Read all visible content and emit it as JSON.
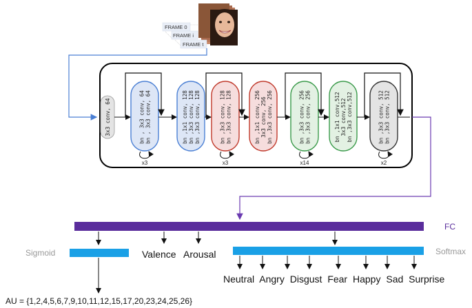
{
  "frames": [
    "FRAME 0",
    "FRAME i",
    "FRAME t"
  ],
  "network": {
    "stem": "3x3 conv, 64",
    "blocks": [
      {
        "lines": [
          "bn , 3x3 conv, 64",
          "bn , 3x3 conv, 64"
        ],
        "repeat": "x3",
        "color": "#4a7fd4"
      },
      {
        "lines": [
          "bn ,1x1 conv, 128",
          "bn ,3x3 conv, 128",
          "bn ,3x3 conv, 128"
        ],
        "repeat": "",
        "color": "#4a7fd4"
      },
      {
        "lines": [
          "bn ,3x3 conv, 128",
          "bn ,3x3 conv, 128"
        ],
        "repeat": "x3",
        "color": "#c0392b"
      },
      {
        "lines": [
          "bn ,1x1 conv, 256",
          "3x3 conv, 256",
          "bn ,3x3 conv, 256"
        ],
        "repeat": "",
        "color": "#c0392b"
      },
      {
        "lines": [
          "bn ,3x3 conv, 256",
          "bn ,3x3 conv, 256"
        ],
        "repeat": "x14",
        "color": "#3a9a4a"
      },
      {
        "lines": [
          "bn ,1x1 conv,512",
          "3x3 conv,512",
          "bn ,3x3 conv,512"
        ],
        "repeat": "",
        "color": "#3a9a4a"
      },
      {
        "lines": [
          "bn ,3x3 conv, 512",
          "bn ,3x3 conv, 512"
        ],
        "repeat": "x2",
        "color": "#333333"
      }
    ]
  },
  "fc_label": "FC",
  "sigmoid_label": "Sigmoid",
  "softmax_label": "Softmax",
  "valence_label": "Valence",
  "arousal_label": "Arousal",
  "emotions": [
    "Neutral",
    "Angry",
    "Disgust",
    "Fear",
    "Happy",
    "Sad",
    "Surprise"
  ],
  "au_label": "AU = {1,2,4,5,6,7,9,10,11,12,15,17,20,23,24,25,26}",
  "colors": {
    "fc_bar": "#5a2d9c",
    "head_bar": "#1aa0e6",
    "link_blue": "#4a7fd4",
    "link_purple": "#6a3ab0",
    "fill_blue": "#dde6f6",
    "fill_red": "#f6dddd",
    "fill_green": "#e3f1e3",
    "fill_gray": "#e4e4e4",
    "fill_stem": "#e4e4e4"
  }
}
